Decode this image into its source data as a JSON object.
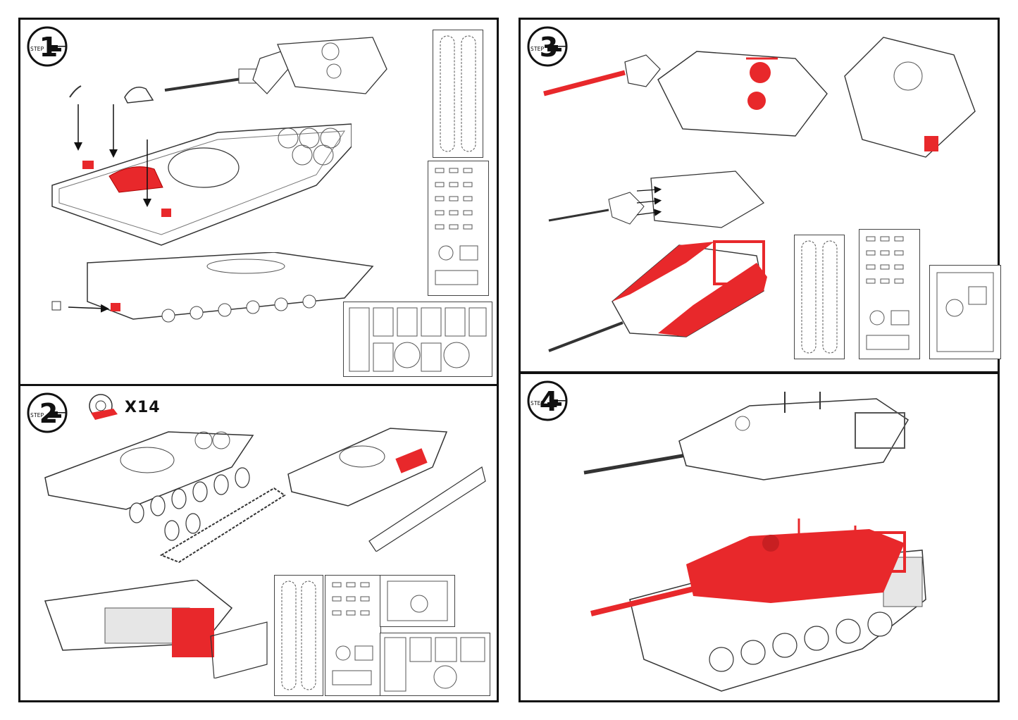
{
  "steps": [
    {
      "number": "1",
      "label": "STEP"
    },
    {
      "number": "2",
      "label": "STEP"
    },
    {
      "number": "3",
      "label": "STEP"
    },
    {
      "number": "4",
      "label": "STEP"
    }
  ],
  "step2_quantity": "X14",
  "colors": {
    "highlight": "#e8282b",
    "line": "#333333",
    "border": "#111111",
    "background": "#ffffff"
  },
  "icons": [
    "tank-icon",
    "arrow-icon",
    "road-wheel-icon",
    "etched-sheet-icon"
  ]
}
